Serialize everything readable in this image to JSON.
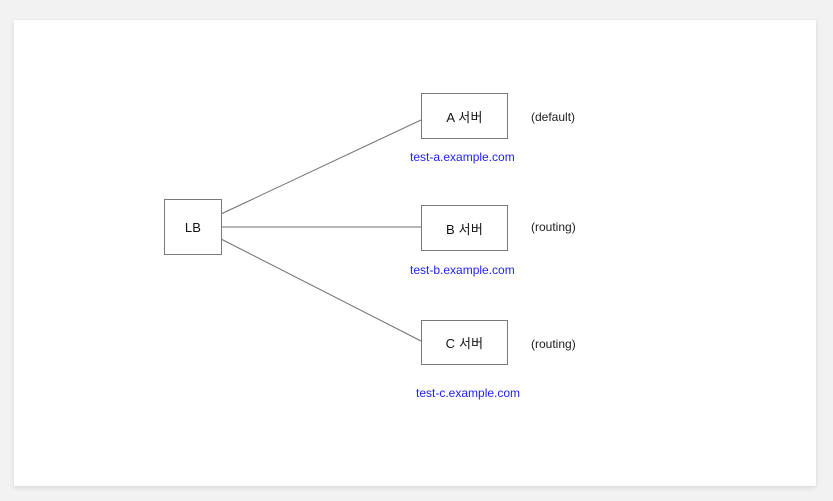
{
  "diagram": {
    "title": "Load balancer host-based routing diagram",
    "colors": {
      "canvas_background": "#f2f2f2",
      "card_background": "#ffffff",
      "node_border": "#7a7a7a",
      "connector": "#6e6e6e",
      "link_text": "#2222ee",
      "label_text": "#1d1d1d"
    },
    "load_balancer": {
      "label": "LB"
    },
    "backends": [
      {
        "node_label": "A 서버",
        "mode_label": "(default)",
        "host": "test-a.example.com"
      },
      {
        "node_label": "B 서버",
        "mode_label": "(routing)",
        "host": "test-b.example.com"
      },
      {
        "node_label": "C 서버",
        "mode_label": "(routing)",
        "host": "test-c.example.com"
      }
    ]
  }
}
